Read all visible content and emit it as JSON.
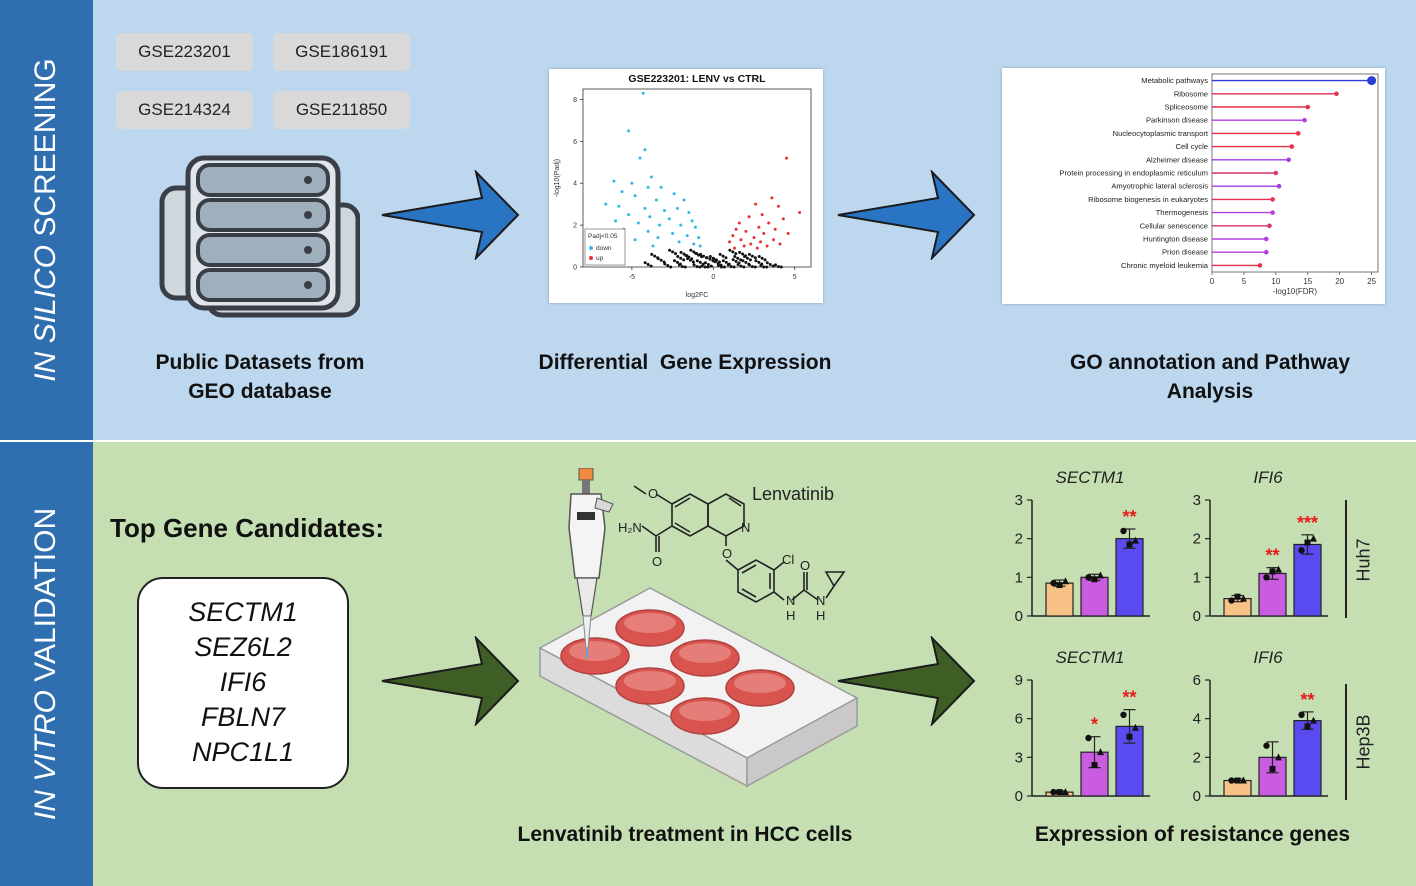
{
  "sections": {
    "screening_pre": "IN SILICO",
    "screening_post": " SCREENING",
    "validation_pre": "IN VITRO",
    "validation_post": " VALIDATION"
  },
  "datasets": [
    "GSE223201",
    "GSE186191",
    "GSE214324",
    "GSE211850"
  ],
  "captions": {
    "datasets_l1": "Public Datasets from",
    "datasets_l2": "GEO database",
    "dge": "Differential  Gene Expression",
    "go_l1": "GO annotation and Pathway",
    "go_l2": "Analysis",
    "top_genes": "Top Gene Candidates:",
    "treatment": "Lenvatinib treatment in HCC cells",
    "expression": "Expression of resistance genes"
  },
  "candidates": [
    "SECTM1",
    "SEZ6L2",
    "IFI6",
    "FBLN7",
    "NPC1L1"
  ],
  "drug": {
    "name": "Lenvatinib",
    "atoms": {
      "o1": "O",
      "n_ring": "N",
      "nh2": "H₂N",
      "carbonyl_o": "O",
      "ether_o": "O",
      "cl": "Cl",
      "o2": "O",
      "nh1": "H",
      "nh1n": "N",
      "nh2n": "N",
      "nh2h": "H"
    }
  },
  "colors": {
    "screening_bg": "#bcd7ee",
    "validation_bg": "#c5dfb3",
    "band": "#2f6fb0",
    "arrow_blue": "#2a74c4",
    "arrow_green": "#3f5e25",
    "down": "#33b7e6",
    "up": "#e63232",
    "bar_ctrl": "#f8c287",
    "bar_mid": "#c95ce0",
    "bar_high": "#5a4bf0"
  },
  "chart_data": [
    {
      "type": "scatter",
      "title": "GSE223201: LENV vs CTRL",
      "xlabel": "log2FC",
      "ylabel": "-log10(Padj)",
      "xlim": [
        -8,
        6
      ],
      "ylim": [
        0,
        8.5
      ],
      "xticks": [
        "-5",
        "0",
        "5"
      ],
      "yticks": [
        "0",
        "2",
        "4",
        "6",
        "8"
      ],
      "legend": {
        "title": "Padj<0.05",
        "entries": [
          "down",
          "up"
        ],
        "position": "bottom-left"
      },
      "series": [
        {
          "name": "down",
          "points": [
            [
              -4.3,
              8.3
            ],
            [
              -5.2,
              6.5
            ],
            [
              -4.2,
              5.6
            ],
            [
              -4.5,
              5.2
            ],
            [
              -3.8,
              4.3
            ],
            [
              -6.1,
              4.1
            ],
            [
              -5.0,
              4.0
            ],
            [
              -4.0,
              3.8
            ],
            [
              -3.2,
              3.8
            ],
            [
              -5.6,
              3.6
            ],
            [
              -2.4,
              3.5
            ],
            [
              -4.8,
              3.4
            ],
            [
              -3.5,
              3.2
            ],
            [
              -1.8,
              3.2
            ],
            [
              -6.6,
              3.0
            ],
            [
              -5.8,
              2.9
            ],
            [
              -4.2,
              2.8
            ],
            [
              -3.0,
              2.7
            ],
            [
              -2.2,
              2.8
            ],
            [
              -1.5,
              2.6
            ],
            [
              -5.2,
              2.5
            ],
            [
              -3.9,
              2.4
            ],
            [
              -2.7,
              2.3
            ],
            [
              -1.3,
              2.2
            ],
            [
              -6.0,
              2.2
            ],
            [
              -4.6,
              2.1
            ],
            [
              -3.3,
              2.0
            ],
            [
              -2.0,
              2.0
            ],
            [
              -1.1,
              1.9
            ],
            [
              -5.5,
              1.8
            ],
            [
              -4.0,
              1.7
            ],
            [
              -2.5,
              1.6
            ],
            [
              -1.6,
              1.5
            ],
            [
              -3.4,
              1.4
            ],
            [
              -0.9,
              1.4
            ],
            [
              -4.8,
              1.3
            ],
            [
              -2.1,
              1.2
            ],
            [
              -1.2,
              1.1
            ],
            [
              -3.7,
              1.0
            ],
            [
              -0.8,
              1.0
            ]
          ]
        },
        {
          "name": "up",
          "points": [
            [
              4.5,
              5.2
            ],
            [
              3.6,
              3.3
            ],
            [
              2.6,
              3.0
            ],
            [
              4.0,
              2.9
            ],
            [
              5.3,
              2.6
            ],
            [
              3.0,
              2.5
            ],
            [
              2.2,
              2.4
            ],
            [
              4.3,
              2.3
            ],
            [
              1.6,
              2.1
            ],
            [
              3.4,
              2.1
            ],
            [
              2.8,
              1.9
            ],
            [
              3.8,
              1.8
            ],
            [
              1.4,
              1.8
            ],
            [
              2.0,
              1.7
            ],
            [
              4.6,
              1.6
            ],
            [
              3.1,
              1.6
            ],
            [
              1.2,
              1.5
            ],
            [
              2.5,
              1.4
            ],
            [
              3.7,
              1.3
            ],
            [
              1.7,
              1.3
            ],
            [
              2.9,
              1.2
            ],
            [
              1.0,
              1.2
            ],
            [
              4.1,
              1.1
            ],
            [
              2.3,
              1.1
            ],
            [
              3.3,
              1.0
            ],
            [
              1.9,
              1.0
            ],
            [
              2.7,
              0.9
            ],
            [
              1.3,
              0.9
            ]
          ]
        },
        {
          "name": "ns",
          "points": [
            [
              -2.5,
              0.8
            ],
            [
              -1.8,
              0.7
            ],
            [
              -1.2,
              0.8
            ],
            [
              -0.6,
              0.6
            ],
            [
              0,
              0.5
            ],
            [
              0.6,
              0.6
            ],
            [
              1.2,
              0.8
            ],
            [
              1.8,
              0.7
            ],
            [
              2.4,
              0.6
            ],
            [
              -3.2,
              0.4
            ],
            [
              -2.2,
              0.3
            ],
            [
              -1.4,
              0.4
            ],
            [
              -0.8,
              0.3
            ],
            [
              -0.3,
              0.2
            ],
            [
              0.3,
              0.25
            ],
            [
              0.8,
              0.3
            ],
            [
              1.4,
              0.35
            ],
            [
              2.0,
              0.3
            ],
            [
              2.8,
              0.3
            ],
            [
              3.5,
              0.2
            ],
            [
              -4.0,
              0.2
            ],
            [
              -2.8,
              0.15
            ],
            [
              -1.9,
              0.1
            ],
            [
              -1.0,
              0.1
            ],
            [
              -0.5,
              0.05
            ],
            [
              0.5,
              0.08
            ],
            [
              1.1,
              0.1
            ],
            [
              1.7,
              0.12
            ],
            [
              2.4,
              0.1
            ],
            [
              3.1,
              0.08
            ],
            [
              4.0,
              0.1
            ],
            [
              -3.6,
              0.6
            ],
            [
              3.0,
              0.5
            ],
            [
              -1.5,
              0.55
            ],
            [
              1.5,
              0.5
            ],
            [
              -0.2,
              0.45
            ],
            [
              0.2,
              0.4
            ],
            [
              -2.0,
              0.5
            ],
            [
              2.1,
              0.5
            ],
            [
              -0.9,
              0.65
            ]
          ]
        }
      ]
    },
    {
      "type": "lollipop",
      "xlabel": "-log10(FDR)",
      "xlim": [
        0,
        26
      ],
      "xticks": [
        0,
        5,
        10,
        15,
        20,
        25
      ],
      "categories": [
        "Metabolic pathways",
        "Ribosome",
        "Spliceosome",
        "Parkinson disease",
        "Nucleocytoplasmic transport",
        "Cell cycle",
        "Alzheimer disease",
        "Protein processing in endoplasmic reticulum",
        "Amyotrophic lateral sclerosis",
        "Ribosome biogenesis in eukaryotes",
        "Thermogenesis",
        "Cellular senescence",
        "Huntington disease",
        "Prion disease",
        "Chronic myeloid leukemia"
      ],
      "values": [
        25,
        19.5,
        15,
        14.5,
        13.5,
        12.5,
        12,
        10,
        10.5,
        9.5,
        9.5,
        9,
        8.5,
        8.5,
        7.5
      ],
      "colors": [
        "#2a3fd6",
        "#e5314a",
        "#e5314a",
        "#b33ee0",
        "#e5314a",
        "#e5314a",
        "#a33de0",
        "#d9366a",
        "#a33de0",
        "#e5314a",
        "#b33ee0",
        "#d9366a",
        "#b33ee0",
        "#b33ee0",
        "#e5314a"
      ]
    },
    {
      "type": "bar",
      "title": "SECTM1",
      "group": "Huh7",
      "ylim": [
        0,
        3
      ],
      "yticks": [
        0,
        1,
        2,
        3
      ],
      "values": [
        0.85,
        1.0,
        2.0
      ],
      "errors": [
        0.08,
        0.08,
        0.25
      ],
      "points": [
        [
          0.85,
          0.8,
          0.9
        ],
        [
          1.0,
          0.95,
          1.05
        ],
        [
          2.2,
          1.85,
          1.95
        ]
      ],
      "stars": [
        "",
        "",
        "**"
      ]
    },
    {
      "type": "bar",
      "title": "IFI6",
      "group": "Huh7",
      "ylim": [
        0,
        3
      ],
      "yticks": [
        0,
        1,
        2,
        3
      ],
      "values": [
        0.45,
        1.1,
        1.85
      ],
      "errors": [
        0.08,
        0.15,
        0.25
      ],
      "points": [
        [
          0.4,
          0.5,
          0.45
        ],
        [
          1.0,
          1.15,
          1.2
        ],
        [
          1.7,
          1.9,
          2.0
        ]
      ],
      "stars": [
        "",
        "**",
        "***"
      ]
    },
    {
      "type": "bar",
      "title": "SECTM1",
      "group": "Hep3B",
      "ylim": [
        0,
        9
      ],
      "yticks": [
        0,
        3,
        6,
        9
      ],
      "values": [
        0.3,
        3.4,
        5.4
      ],
      "errors": [
        0.1,
        1.2,
        1.3
      ],
      "points": [
        [
          0.3,
          0.3,
          0.3
        ],
        [
          4.5,
          2.4,
          3.4
        ],
        [
          6.3,
          4.6,
          5.3
        ]
      ],
      "stars": [
        "",
        "*",
        "**"
      ]
    },
    {
      "type": "bar",
      "title": "IFI6",
      "group": "Hep3B",
      "ylim": [
        0,
        6
      ],
      "yticks": [
        0,
        2,
        4,
        6
      ],
      "values": [
        0.8,
        2.0,
        3.9
      ],
      "errors": [
        0.08,
        0.8,
        0.45
      ],
      "points": [
        [
          0.8,
          0.8,
          0.8
        ],
        [
          2.6,
          1.4,
          2.0
        ],
        [
          4.2,
          3.6,
          3.9
        ]
      ],
      "stars": [
        "",
        "",
        "**"
      ]
    }
  ]
}
